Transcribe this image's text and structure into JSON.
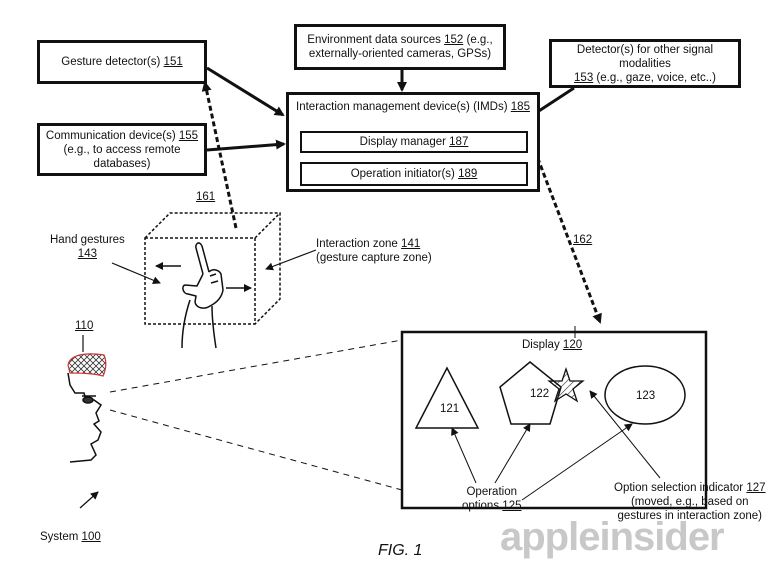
{
  "gesture_detector": {
    "text": "Gesture detector(s)",
    "ref": "151"
  },
  "env_sources": {
    "line1": "Environment data sources",
    "ref": "152",
    "line1_suffix": "(e.g.,",
    "line2": "externally-oriented cameras, GPSs)"
  },
  "other_detectors": {
    "line1": "Detector(s) for other signal modalities",
    "ref": "153",
    "line2": "(e.g., gaze, voice, etc..)"
  },
  "comm_device": {
    "line1": "Communication device(s)",
    "ref": "155",
    "line2": "(e.g., to access remote",
    "line3": "databases)"
  },
  "imd": {
    "text": "Interaction management device(s) (IMDs)",
    "ref": "185"
  },
  "display_manager": {
    "text": "Display manager",
    "ref": "187"
  },
  "operation_initiator": {
    "text": "Operation initiator(s)",
    "ref": "189"
  },
  "arrow_161": "161",
  "arrow_162": "162",
  "hand_gestures": {
    "text": "Hand gestures",
    "ref": "143"
  },
  "interaction_zone": {
    "text": "Interaction zone",
    "ref": "141",
    "line2": "(gesture capture zone)"
  },
  "user_ref": "110",
  "display": {
    "text": "Display",
    "ref": "120"
  },
  "shape_121": "121",
  "shape_122": "122",
  "shape_123": "123",
  "operation_options": {
    "line1": "Operation",
    "line2": "options",
    "ref": "125"
  },
  "option_selection": {
    "line1": "Option selection indicator",
    "ref": "127",
    "line2": "(moved, e.g., based on",
    "line3": "gestures in interaction zone)"
  },
  "system": {
    "text": "System",
    "ref": "100"
  },
  "figure_label": "FIG. 1",
  "watermark": "appleinsider",
  "colors": {
    "ink": "#111111",
    "watermark": "#c8c8c8",
    "hatch_red": "#cc3333"
  }
}
